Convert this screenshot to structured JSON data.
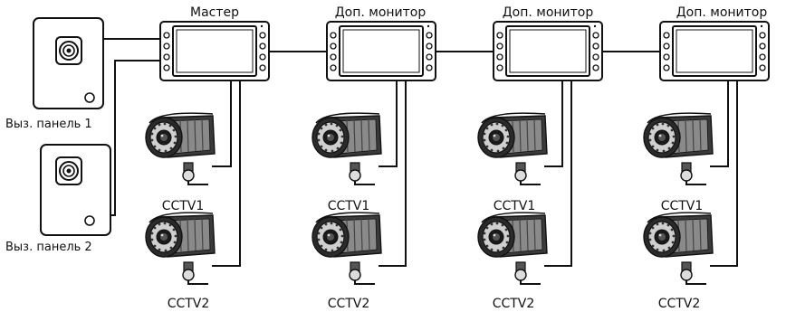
{
  "colors": {
    "line": "#111111",
    "device_fill": "#ffffff",
    "camera_dark": "#2b2b2b",
    "camera_mid": "#777777",
    "camera_light": "#d6d6d6"
  },
  "panels": [
    {
      "id": "panel1",
      "label": "Выз. панель 1",
      "icon": "call-panel-icon"
    },
    {
      "id": "panel2",
      "label": "Выз. панель 2",
      "icon": "call-panel-icon"
    }
  ],
  "monitors": [
    {
      "id": "master",
      "label": "Мастер",
      "icon": "monitor-icon"
    },
    {
      "id": "extra1",
      "label": "Доп. монитор",
      "icon": "monitor-icon"
    },
    {
      "id": "extra2",
      "label": "Доп. монитор",
      "icon": "monitor-icon"
    },
    {
      "id": "extra3",
      "label": "Доп. монитор",
      "icon": "monitor-icon"
    }
  ],
  "cameras": {
    "top_label": "CCTV1",
    "bottom_label": "CCTV2",
    "icon": "cctv-camera-icon"
  }
}
